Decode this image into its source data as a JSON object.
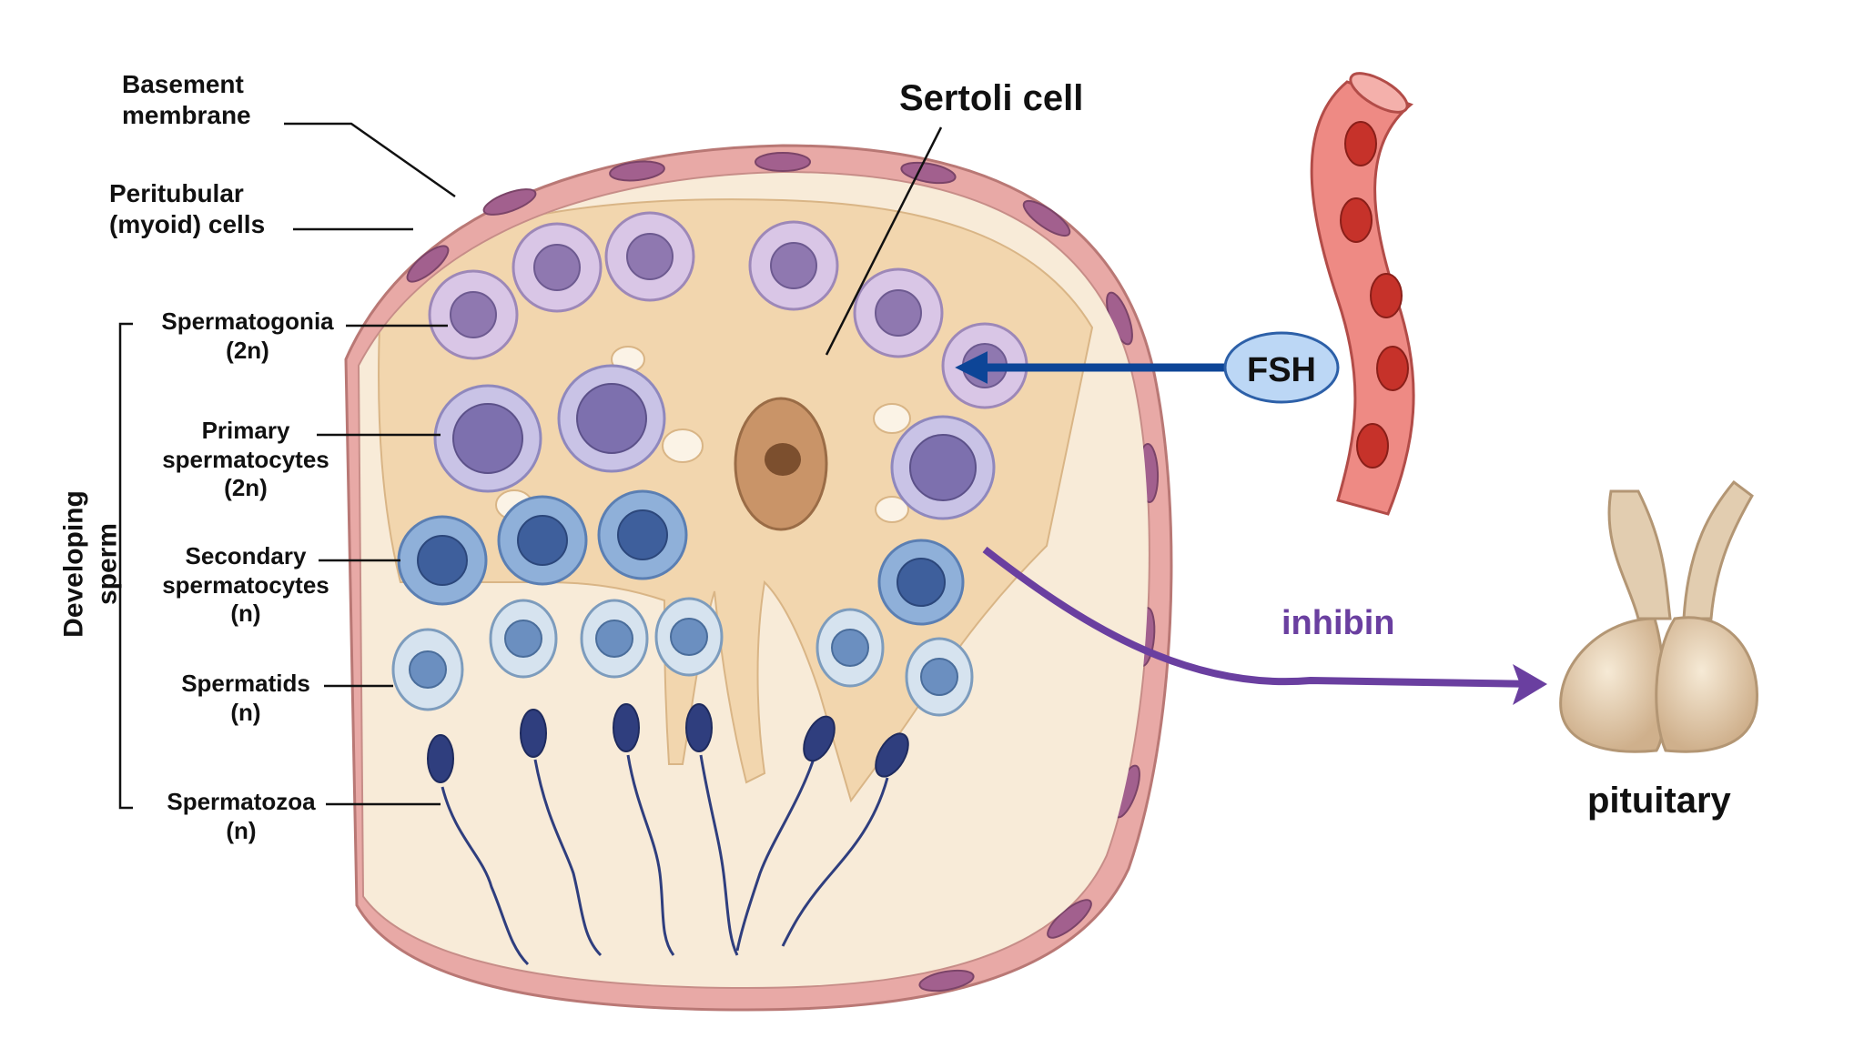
{
  "labels": {
    "basement_membrane": [
      "Basement",
      "membrane"
    ],
    "peritubular": [
      "Peritubular",
      "(myoid) cells"
    ],
    "spermatogonia": [
      "Spermatogonia",
      "(2n)"
    ],
    "primary": [
      "Primary",
      "spermatocytes",
      "(2n)"
    ],
    "secondary": [
      "Secondary",
      "spermatocytes",
      "(n)"
    ],
    "spermatids": [
      "Spermatids",
      "(n)"
    ],
    "spermatozoa": [
      "Spermatozoa",
      "(n)"
    ],
    "developing": [
      "Developing",
      "sperm"
    ],
    "sertoli": "Sertoli cell",
    "fsh": "FSH",
    "inhibin": "inhibin",
    "pituitary": "pituitary"
  },
  "colors": {
    "tubule_wall": "#e8a9a6",
    "myoid_nucleus": "#a2608e",
    "cytoplasm": "#f2d6ae",
    "lumen": "#f8ebd8",
    "sertoli_nucleus": "#c99468",
    "spermatogonia": "#d9c6e6",
    "primary": "#c9c3e6",
    "secondary": "#8fb0d9",
    "spermatid": "#d6e3ef",
    "sperm_head": "#2f3e7e",
    "vessel": "#ee8a84",
    "red_cell": "#c6322a",
    "fsh_fill": "#bcd7f5",
    "fsh_arrow": "#0d4597",
    "inhibin_arrow": "#6a3fa0",
    "pituitary": "#e2cdb0"
  }
}
